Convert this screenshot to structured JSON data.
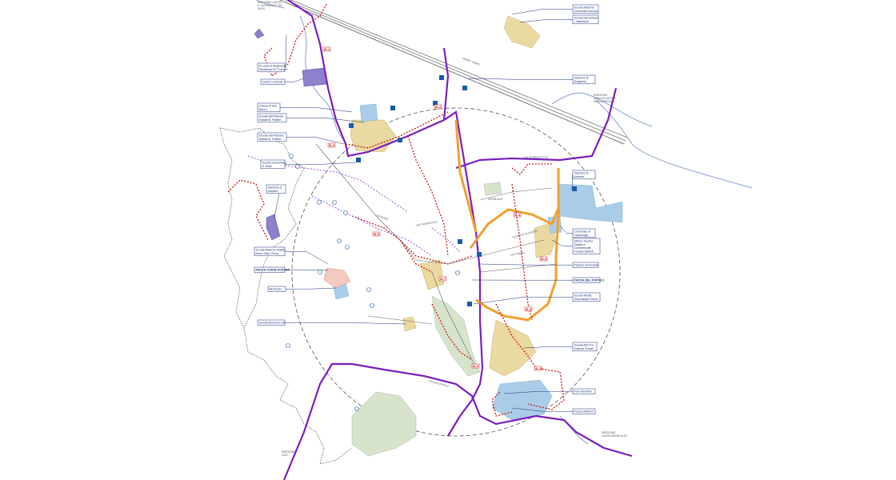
{
  "map": {
    "colors": {
      "purple": "#7a1fbf",
      "red_dotted": "#c41a1a",
      "orange": "#f0a030",
      "blue_area": "#a9cde8",
      "yellow_area": "#ead9a0",
      "green_area": "#d8e3cc",
      "gray_boundary": "#555555",
      "label_border": "#1a2f78",
      "label_fill": "#ffffff",
      "river": "#9aaed8",
      "pink_area": "#f4c9c0",
      "lilac_area": "#8f80cc"
    },
    "labels": [
      {
        "id": "scuola-materna-comunale",
        "lines": [
          "Scuola Materna",
          "Comunale Azzurra"
        ],
        "bold": false
      },
      {
        "id": "scuola-elementare-galimberti",
        "lines": [
          "Scuola Elementare",
          "- Galimberti"
        ],
        "bold": false
      },
      {
        "id": "ex-casa-mangiagalli",
        "lines": [
          "Ex casa di Anglicano",
          "Residenza 'B. Fornoni'"
        ],
        "bold": false
      },
      {
        "id": "centro-culturale",
        "lines": [
          "Centro Culturale"
        ],
        "bold": false
      },
      {
        "id": "stazione-borghese",
        "lines": [
          "Stazione di",
          "Borghese"
        ],
        "bold": false
      },
      {
        "id": "chiesa-san-mauro",
        "lines": [
          "Chiesa di San",
          "Mauro"
        ],
        "bold": false
      },
      {
        "id": "scuola-infanzia",
        "lines": [
          "Scuola dell'Infanzia",
          "Statale B. Pottiert"
        ],
        "bold": false
      },
      {
        "id": "scuola-infanzia-2",
        "lines": [
          "Scuola dell'Infanzia",
          "Statale B. Pottiert"
        ],
        "bold": false
      },
      {
        "id": "scuola-elementare-bottali",
        "lines": [
          "Scuola Elementare",
          "G. Botti"
        ],
        "bold": false
      },
      {
        "id": "stazione-idropica",
        "lines": [
          "Stazione di",
          "Anselmi"
        ],
        "bold": false
      },
      {
        "id": "stazione-ferroviaria-est",
        "lines": [
          "Stazione di",
          "Anselmi"
        ],
        "bold": false
      },
      {
        "id": "comunale-capoluogo",
        "lines": [
          "Comunale di",
          "Capoluogo"
        ],
        "bold": false
      },
      {
        "id": "istituto-tecnico",
        "lines": [
          "Istituto Tecnico",
          "Statale e",
          "Commerciale",
          "Ferraris Battisti"
        ],
        "bold": false
      },
      {
        "id": "scuola-materna-statale",
        "lines": [
          "Scuola Materna Statale",
          "Bruno Mari, Pizza"
        ],
        "bold": false
      },
      {
        "id": "piazza-conte-fossati",
        "lines": [
          "PIAZZA CONTE FOSSATI"
        ],
        "bold": true
      },
      {
        "id": "palazzo-municipale",
        "lines": [
          "Palazzo municipale"
        ],
        "bold": false
      },
      {
        "id": "piazza-del-popolo",
        "lines": [
          "PIAZZA DEL POPOLO"
        ],
        "bold": true
      },
      {
        "id": "municipio",
        "lines": [
          "Municipio"
        ],
        "bold": false
      },
      {
        "id": "scuola-media-ferrari",
        "lines": [
          "Scuola Media",
          "Generalista Ferrari"
        ],
        "bold": false
      },
      {
        "id": "scuola-borromeo",
        "lines": [
          "Scuola Borromeo Bo"
        ],
        "bold": false
      },
      {
        "id": "scuola-nazionale-liceo",
        "lines": [
          "Scuola Alla Pro",
          "Scienze Sociali"
        ],
        "bold": false
      },
      {
        "id": "polo-sanitario",
        "lines": [
          "Polo Sanitario"
        ],
        "bold": false
      },
      {
        "id": "piazza-mattioni",
        "lines": [
          "Piazza Mattioni"
        ],
        "bold": false
      }
    ],
    "road_labels": [
      {
        "id": "road-direzione-castel",
        "lines": [
          "DIREZIONE CASTEL",
          "D. MOGREGGIO TEL",
          "SUDS"
        ]
      },
      {
        "id": "road-direzione-lasagni",
        "lines": [
          "DIREZIONE",
          "LASAGNI CATORE",
          "MAGGIOREGGIO"
        ]
      },
      {
        "id": "road-ferrovia",
        "lines": [
          "FERRO VIARIO"
        ]
      },
      {
        "id": "road-via-giorno",
        "lines": [
          "VIA GIORNO/TOTTA"
        ]
      },
      {
        "id": "road-direzione-castelverde",
        "lines": [
          "DIREZIONE",
          "CASTELVERDE ALTA"
        ]
      },
      {
        "id": "road-direzione-lodi",
        "lines": [
          "DIREZIONE",
          "LODI"
        ]
      },
      {
        "id": "road-via-provinciale",
        "lines": [
          "VIA PROVINCIALE"
        ]
      },
      {
        "id": "road-strada-statale",
        "lines": [
          "STRADA STATALE"
        ]
      },
      {
        "id": "road-via-milano",
        "lines": [
          "VIA MILANO"
        ]
      },
      {
        "id": "road-via-torino",
        "lines": [
          "VIA TORINO"
        ]
      },
      {
        "id": "road-via-dante",
        "lines": [
          "VIA DANTE ALIGHIERI"
        ]
      },
      {
        "id": "road-via-roma",
        "lines": [
          "VIA ROMA"
        ]
      }
    ],
    "red_tags": [
      "SL.1",
      "SL.2",
      "SL.3",
      "SL.4",
      "SL.5",
      "SL.6",
      "SL.7",
      "SL.8",
      "SL.9",
      "SL.10"
    ]
  }
}
